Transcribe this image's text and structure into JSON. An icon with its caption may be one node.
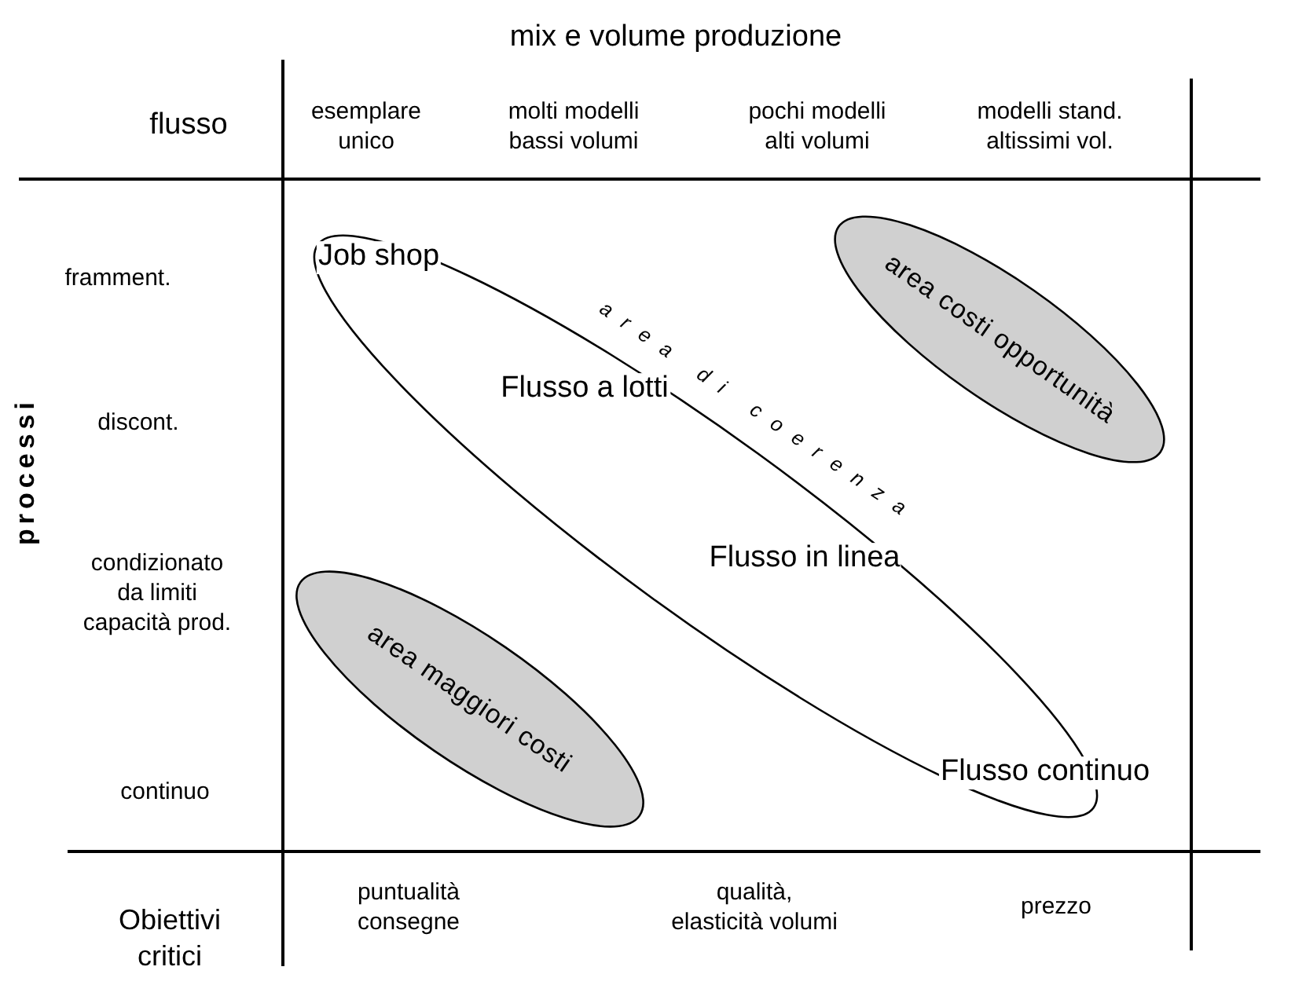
{
  "diagram": {
    "nodes": [
      {
        "text": [
          "area di coerenza",
          "Job shop",
          "Flusso a lotti",
          "Flusso in linea",
          "Flusso continuo"
        ]
      },
      {
        "text": [
          "area costi opportunità"
        ]
      },
      {
        "text": [
          "area maggiori costi"
        ]
      }
    ],
    "labels": [
      "mix e volume produzione",
      "flusso",
      "esemplare unico",
      "molti modelli bassi volumi",
      "pochi modelli alti volumi",
      "modelli stand. altissimi vol.",
      "processi",
      "framment.",
      "discont.",
      "condizionato da limiti capacità prod.",
      "continuo",
      "Obiettivi critici",
      "puntualità consegne",
      "qualità, elasticità volumi",
      "prezzo"
    ]
  }
}
